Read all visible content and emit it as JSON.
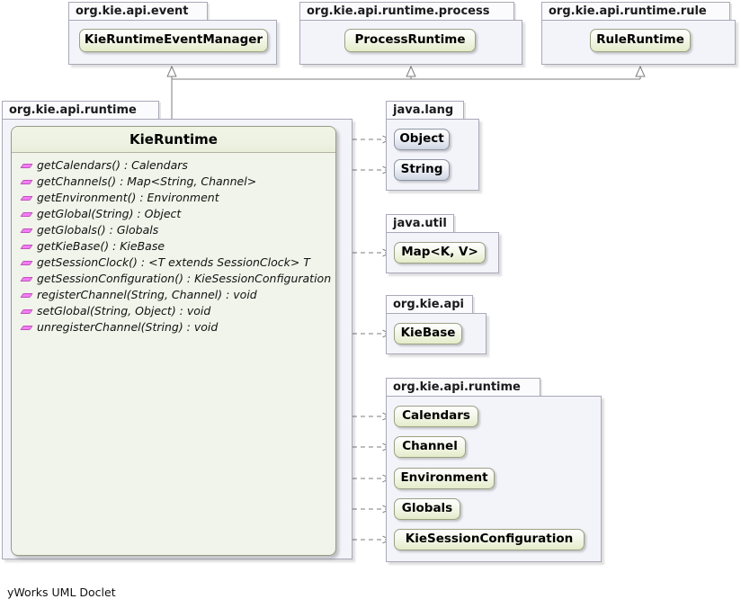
{
  "diagram": {
    "kind": "uml-class-diagram",
    "generator_footer": "yWorks UML Doclet",
    "background": "#ffffff"
  },
  "colors": {
    "interface_fill": "#eef2e0",
    "class_fill": "#ced6e4",
    "package_fill": "#f3f3fa",
    "package_border": "#a9a9b8",
    "type_border": "#9a9a85",
    "connector": "#7d7d7d",
    "method_glyph": "#f07ff0"
  },
  "packages": {
    "event": {
      "label": "org.kie.api.event",
      "types": [
        {
          "name": "KieRuntimeEventManager",
          "stereotype": "interface"
        }
      ]
    },
    "process": {
      "label": "org.kie.api.runtime.process",
      "types": [
        {
          "name": "ProcessRuntime",
          "stereotype": "interface"
        }
      ]
    },
    "rule": {
      "label": "org.kie.api.runtime.rule",
      "types": [
        {
          "name": "RuleRuntime",
          "stereotype": "interface"
        }
      ]
    },
    "runtime_main": {
      "label": "org.kie.api.runtime"
    },
    "javalang": {
      "label": "java.lang",
      "types": [
        {
          "name": "Object",
          "stereotype": "class"
        },
        {
          "name": "String",
          "stereotype": "class"
        }
      ]
    },
    "javautil": {
      "label": "java.util",
      "types": [
        {
          "name": "Map<K, V>",
          "stereotype": "interface"
        }
      ]
    },
    "kieapi": {
      "label": "org.kie.api",
      "types": [
        {
          "name": "KieBase",
          "stereotype": "interface"
        }
      ]
    },
    "runtime_right": {
      "label": "org.kie.api.runtime",
      "types": [
        {
          "name": "Calendars",
          "stereotype": "interface"
        },
        {
          "name": "Channel",
          "stereotype": "interface"
        },
        {
          "name": "Environment",
          "stereotype": "interface"
        },
        {
          "name": "Globals",
          "stereotype": "interface"
        },
        {
          "name": "KieSessionConfiguration",
          "stereotype": "interface"
        }
      ]
    }
  },
  "main_class": {
    "name": "KieRuntime",
    "stereotype": "interface",
    "methods": [
      {
        "visibility": "public",
        "signature": "getCalendars() : Calendars"
      },
      {
        "visibility": "public",
        "signature": "getChannels() : Map<String, Channel>"
      },
      {
        "visibility": "public",
        "signature": "getEnvironment() : Environment"
      },
      {
        "visibility": "public",
        "signature": "getGlobal(String) : Object"
      },
      {
        "visibility": "public",
        "signature": "getGlobals() : Globals"
      },
      {
        "visibility": "public",
        "signature": "getKieBase() : KieBase"
      },
      {
        "visibility": "public",
        "signature": "getSessionClock() : <T extends SessionClock> T"
      },
      {
        "visibility": "public",
        "signature": "getSessionConfiguration() : KieSessionConfiguration"
      },
      {
        "visibility": "public",
        "signature": "registerChannel(String, Channel) : void"
      },
      {
        "visibility": "public",
        "signature": "setGlobal(String, Object) : void"
      },
      {
        "visibility": "public",
        "signature": "unregisterChannel(String) : void"
      }
    ]
  },
  "relationships": {
    "generalizations": [
      {
        "from": "KieRuntime",
        "to": "KieRuntimeEventManager"
      },
      {
        "from": "KieRuntime",
        "to": "ProcessRuntime"
      },
      {
        "from": "KieRuntime",
        "to": "RuleRuntime"
      }
    ],
    "dependencies": [
      {
        "from": "KieRuntime",
        "to": "Object"
      },
      {
        "from": "KieRuntime",
        "to": "String"
      },
      {
        "from": "KieRuntime",
        "to": "Map<K, V>"
      },
      {
        "from": "KieRuntime",
        "to": "KieBase"
      },
      {
        "from": "KieRuntime",
        "to": "Calendars"
      },
      {
        "from": "KieRuntime",
        "to": "Channel"
      },
      {
        "from": "KieRuntime",
        "to": "Environment"
      },
      {
        "from": "KieRuntime",
        "to": "Globals"
      },
      {
        "from": "KieRuntime",
        "to": "KieSessionConfiguration"
      }
    ]
  }
}
